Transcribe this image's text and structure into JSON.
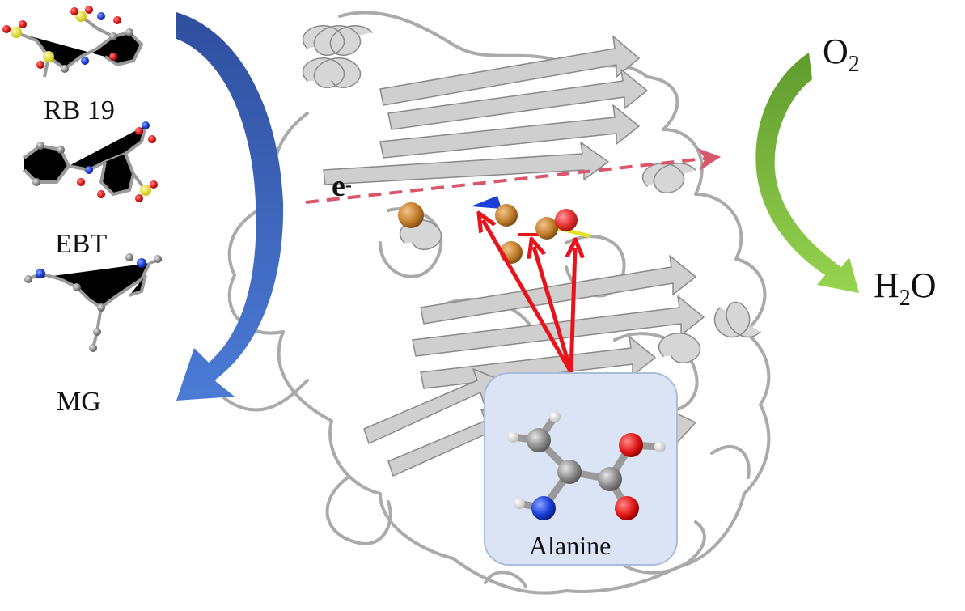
{
  "dyes": {
    "rb19": "RB 19",
    "ebt": "EBT",
    "mg": "MG"
  },
  "products": {
    "o2_main": "O",
    "o2_sub": "2",
    "h2o_h": "H",
    "h2o_sub": "2",
    "h2o_o": "O"
  },
  "electron": {
    "symbol": "e",
    "charge": "-"
  },
  "substrate": {
    "label": "Alanine"
  },
  "colors": {
    "blue_arrow": "#3a63b5",
    "green_arrow": "#7cba3f",
    "red_arrow": "#e8141c",
    "dashed_arrow": "#d9566b",
    "protein": "#b9b9b9",
    "copper": "#c47f2d",
    "alanine_box": "#dbe4f4",
    "alanine_box_border": "#a9bcdc",
    "carbon": "#8c8c8c",
    "oxygen": "#e21a1a",
    "nitrogen": "#1c3fd8",
    "sulfur": "#e6e02a"
  }
}
